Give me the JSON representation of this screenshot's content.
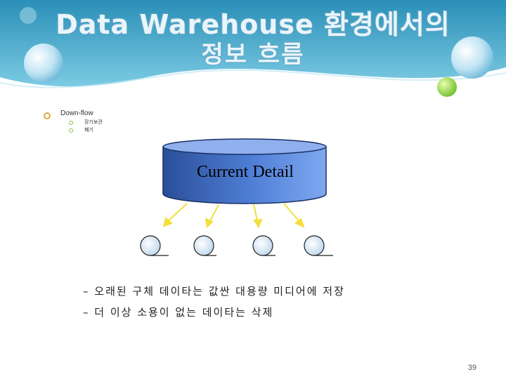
{
  "slide": {
    "title_line1": "Data Warehouse 환경에서의",
    "title_line2": "정보 흐름",
    "bullet": "Down-flow",
    "sub_bullets": [
      "장기보관",
      "폐기"
    ],
    "storage_label": "Current  Detail",
    "notes": [
      "– 오래된 구체 데이타는 값싼 대용량 미디어에 저장",
      "– 더 이상 소용이 없는 데이타는 삭제"
    ],
    "page_number": "39"
  },
  "colors": {
    "header_teal": "#3fa3c4",
    "cylinder_blue": "#4f7fd6",
    "arrow_yellow": "#f2df3a"
  }
}
